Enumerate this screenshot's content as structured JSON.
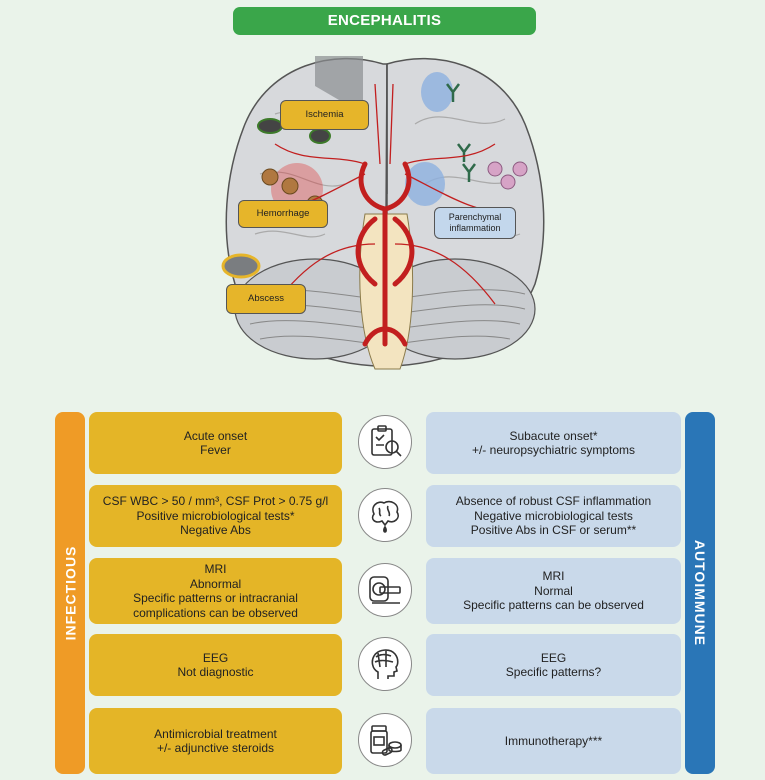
{
  "title": "ENCEPHALITIS",
  "brain_labels": {
    "ischemia": "Ischemia",
    "hemorrhage": "Hemorrhage",
    "abscess": "Abscess",
    "parenchymal": "Parenchymal inflammation"
  },
  "sidebars": {
    "left": "INFECTIOUS",
    "right": "AUTOIMMUNE"
  },
  "rows": [
    {
      "icon": "clipboard-magnifier-icon",
      "infectious": [
        "Acute onset",
        "Fever"
      ],
      "autoimmune": [
        "Subacute onset*",
        "+/- neuropsychiatric symptoms"
      ]
    },
    {
      "icon": "brain-csf-drop-icon",
      "infectious": [
        "CSF WBC > 50 / mm³, CSF Prot > 0.75 g/l",
        "Positive microbiological tests*",
        "Negative Abs"
      ],
      "autoimmune": [
        "Absence of robust CSF inflammation",
        "Negative microbiological tests",
        "Positive Abs in CSF or serum**"
      ]
    },
    {
      "icon": "mri-scanner-icon",
      "infectious": [
        "MRI",
        "Abnormal",
        "Specific patterns or intracranial",
        "complications can be observed"
      ],
      "autoimmune": [
        "MRI",
        "Normal",
        "Specific patterns can be observed"
      ]
    },
    {
      "icon": "eeg-head-icon",
      "infectious": [
        "EEG",
        "Not diagnostic"
      ],
      "autoimmune": [
        "EEG",
        "Specific patterns?"
      ]
    },
    {
      "icon": "medication-bottle-pills-icon",
      "infectious": [
        "Antimicrobial treatment",
        "+/- adjunctive steroids"
      ],
      "autoimmune": [
        "Immunotherapy***"
      ]
    }
  ]
}
